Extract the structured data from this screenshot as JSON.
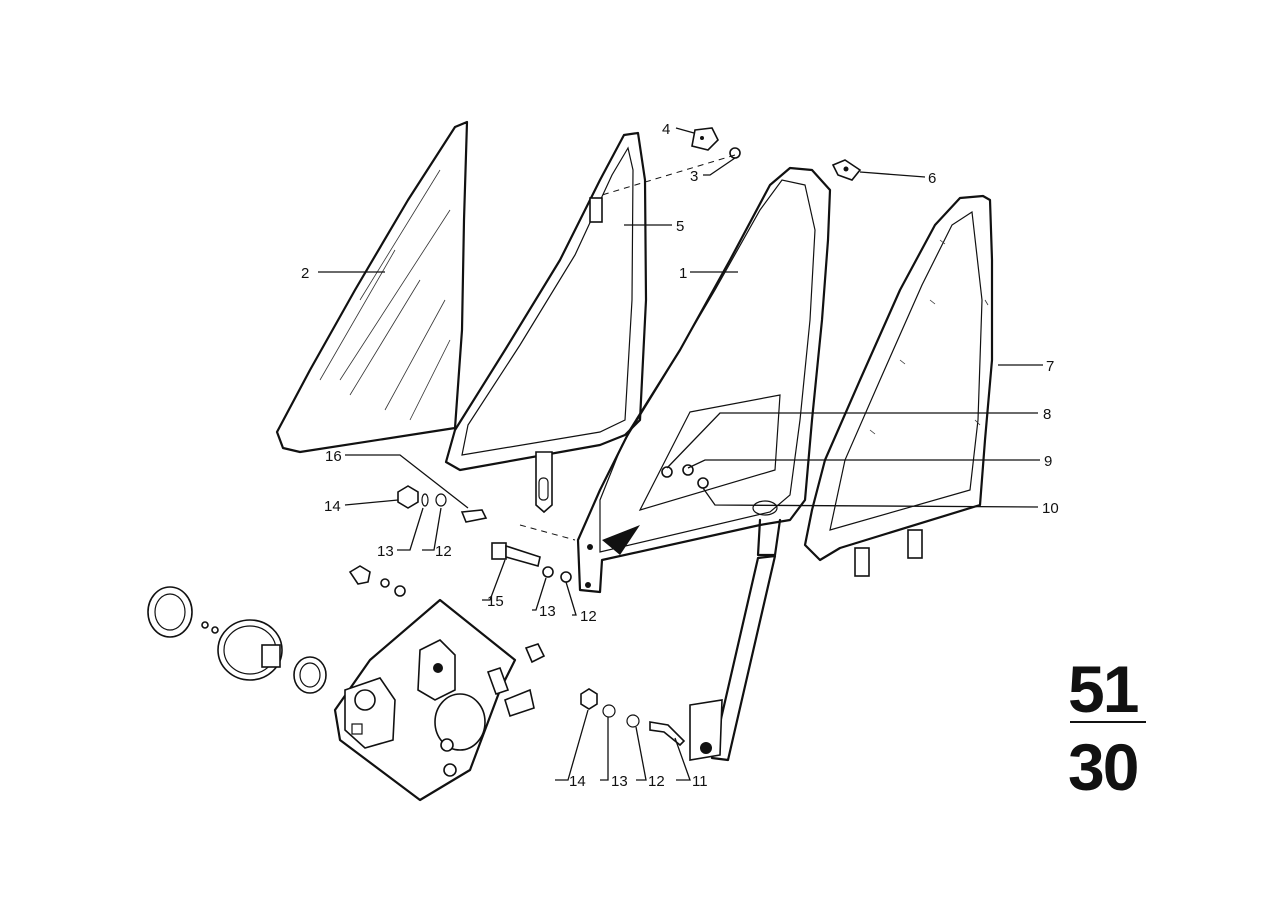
{
  "callouts": [
    {
      "id": "c1",
      "text": "1"
    },
    {
      "id": "c2",
      "text": "2"
    },
    {
      "id": "c3",
      "text": "3"
    },
    {
      "id": "c4",
      "text": "4"
    },
    {
      "id": "c5",
      "text": "5"
    },
    {
      "id": "c6",
      "text": "6"
    },
    {
      "id": "c7",
      "text": "7"
    },
    {
      "id": "c8",
      "text": "8"
    },
    {
      "id": "c9",
      "text": "9"
    },
    {
      "id": "c10",
      "text": "10"
    },
    {
      "id": "c11",
      "text": "11"
    },
    {
      "id": "c12a",
      "text": "12"
    },
    {
      "id": "c12b",
      "text": "12"
    },
    {
      "id": "c12c",
      "text": "12"
    },
    {
      "id": "c13a",
      "text": "13"
    },
    {
      "id": "c13b",
      "text": "13"
    },
    {
      "id": "c13c",
      "text": "13"
    },
    {
      "id": "c14a",
      "text": "14"
    },
    {
      "id": "c14b",
      "text": "14"
    },
    {
      "id": "c15",
      "text": "15"
    },
    {
      "id": "c16",
      "text": "16"
    }
  ],
  "group_stamp": {
    "top": "51",
    "bottom": "30"
  }
}
